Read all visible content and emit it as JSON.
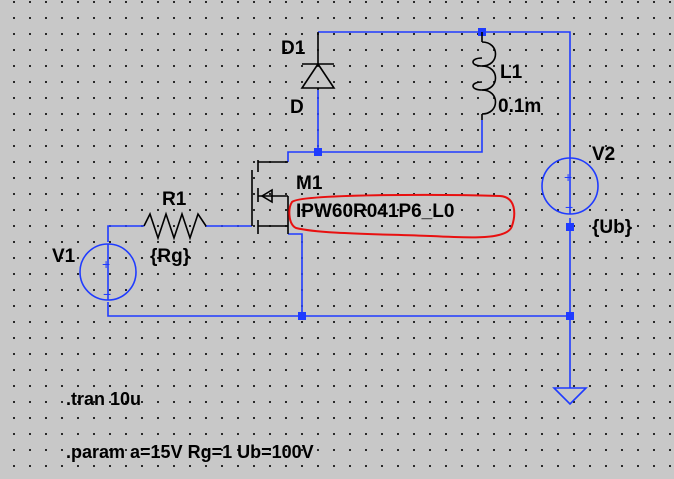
{
  "components": {
    "d1": {
      "ref": "D1",
      "value": "D"
    },
    "l1": {
      "ref": "L1",
      "value": "0.1m"
    },
    "m1": {
      "ref": "M1",
      "value": "IPW60R041P6_L0"
    },
    "r1": {
      "ref": "R1",
      "value": "{Rg}"
    },
    "v1": {
      "ref": "V1"
    },
    "v2": {
      "ref": "V2",
      "value": "{Ub}"
    }
  },
  "directives": {
    "tran": ".tran 10u",
    "param": ".param a=15V Rg=1 Ub=100V"
  },
  "colors": {
    "wire": "#1f3bff",
    "highlight": "#e81010",
    "background": "#c8c8c8"
  }
}
